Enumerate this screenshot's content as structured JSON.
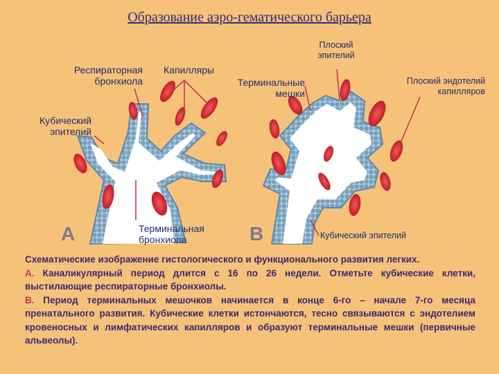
{
  "title": "Образование аэро-гематического барьера",
  "panels": {
    "a_letter": "A",
    "b_letter": "B"
  },
  "labels": {
    "resp_bronchiole": "Респираторная бронхиола",
    "capillaries": "Капилляры",
    "terminal_sacs": "Терминальные мешки",
    "flat_epithelium": "Плоский эпителий",
    "flat_endothelium": "Плоский эндотелий капилляров",
    "cubic_epithelium_left": "Кубический эпителий",
    "terminal_bronchiole": "Терминальная бронхиола",
    "cubic_epithelium_right": "Кубический эпителий"
  },
  "caption": {
    "intro": "Схематические изображение гистологического и функционального развития легких.",
    "a_letter": "А.",
    "a_text": "Каналикулярный период длится с 16 по 26 недели. Отметьте кубические клетки, выстилающие респираторные бронхиолы.",
    "b_letter": "В.",
    "b_text": "Период терминальных мешочков начинается в конце 6-го – начале 7-го месяца пренатального развития. Кубические клетки истончаются, тесно связываются с эндотелием кровеносных и лимфатических капилляров и образуют терминальные мешки (первичные альвеолы)."
  },
  "colors": {
    "background": "#f6c27a",
    "epithelium": "#8fb6d0",
    "capillary": "#d22a35",
    "text": "#1e2a6e",
    "highlight": "#c4364c"
  }
}
